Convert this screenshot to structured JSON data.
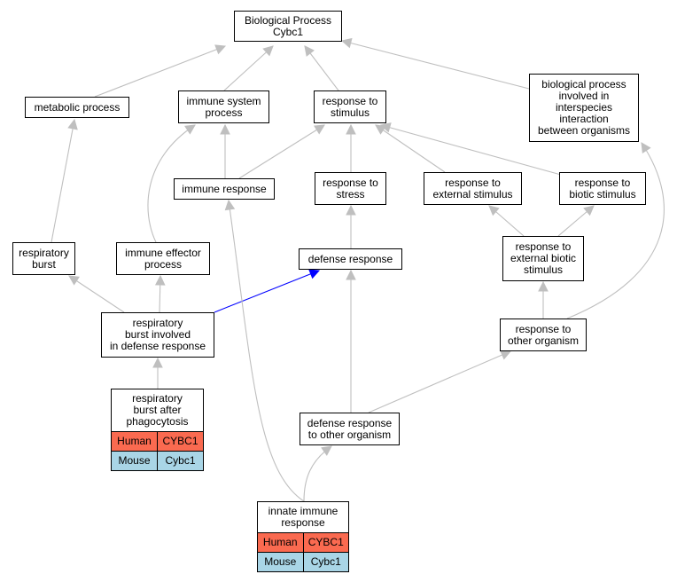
{
  "diagram": {
    "colors": {
      "edge": "#bfbfbf",
      "highlight_edge": "#0000ff",
      "human_row": "#fa6a50",
      "mouse_row": "#a9d5e6"
    },
    "nodes": {
      "root": "Biological Process\nCybc1",
      "metabolic_process": "metabolic process",
      "immune_system_process": "immune system\nprocess",
      "response_to_stimulus": "response to\nstimulus",
      "interspecies": "biological process\ninvolved in\ninterspecies\ninteraction\nbetween organisms",
      "immune_response": "immune response",
      "response_to_stress": "response to\nstress",
      "response_external_stimulus": "response to\nexternal stimulus",
      "response_biotic_stimulus": "response to\nbiotic stimulus",
      "respiratory_burst": "respiratory\nburst",
      "immune_effector_process": "immune effector\nprocess",
      "defense_response": "defense response",
      "response_external_biotic": "response to\nexternal biotic\nstimulus",
      "resp_burst_defense": "respiratory\nburst involved\nin defense response",
      "response_other_organism": "response to\nother organism",
      "resp_burst_phagocytosis": "respiratory\nburst after\nphagocytosis",
      "defense_other_organism": "defense response\nto other organism",
      "innate_immune": "innate immune\nresponse"
    },
    "annotations": {
      "resp_burst_phagocytosis": [
        {
          "species": "Human",
          "gene": "CYBC1"
        },
        {
          "species": "Mouse",
          "gene": "Cybc1"
        }
      ],
      "innate_immune": [
        {
          "species": "Human",
          "gene": "CYBC1"
        },
        {
          "species": "Mouse",
          "gene": "Cybc1"
        }
      ]
    }
  }
}
